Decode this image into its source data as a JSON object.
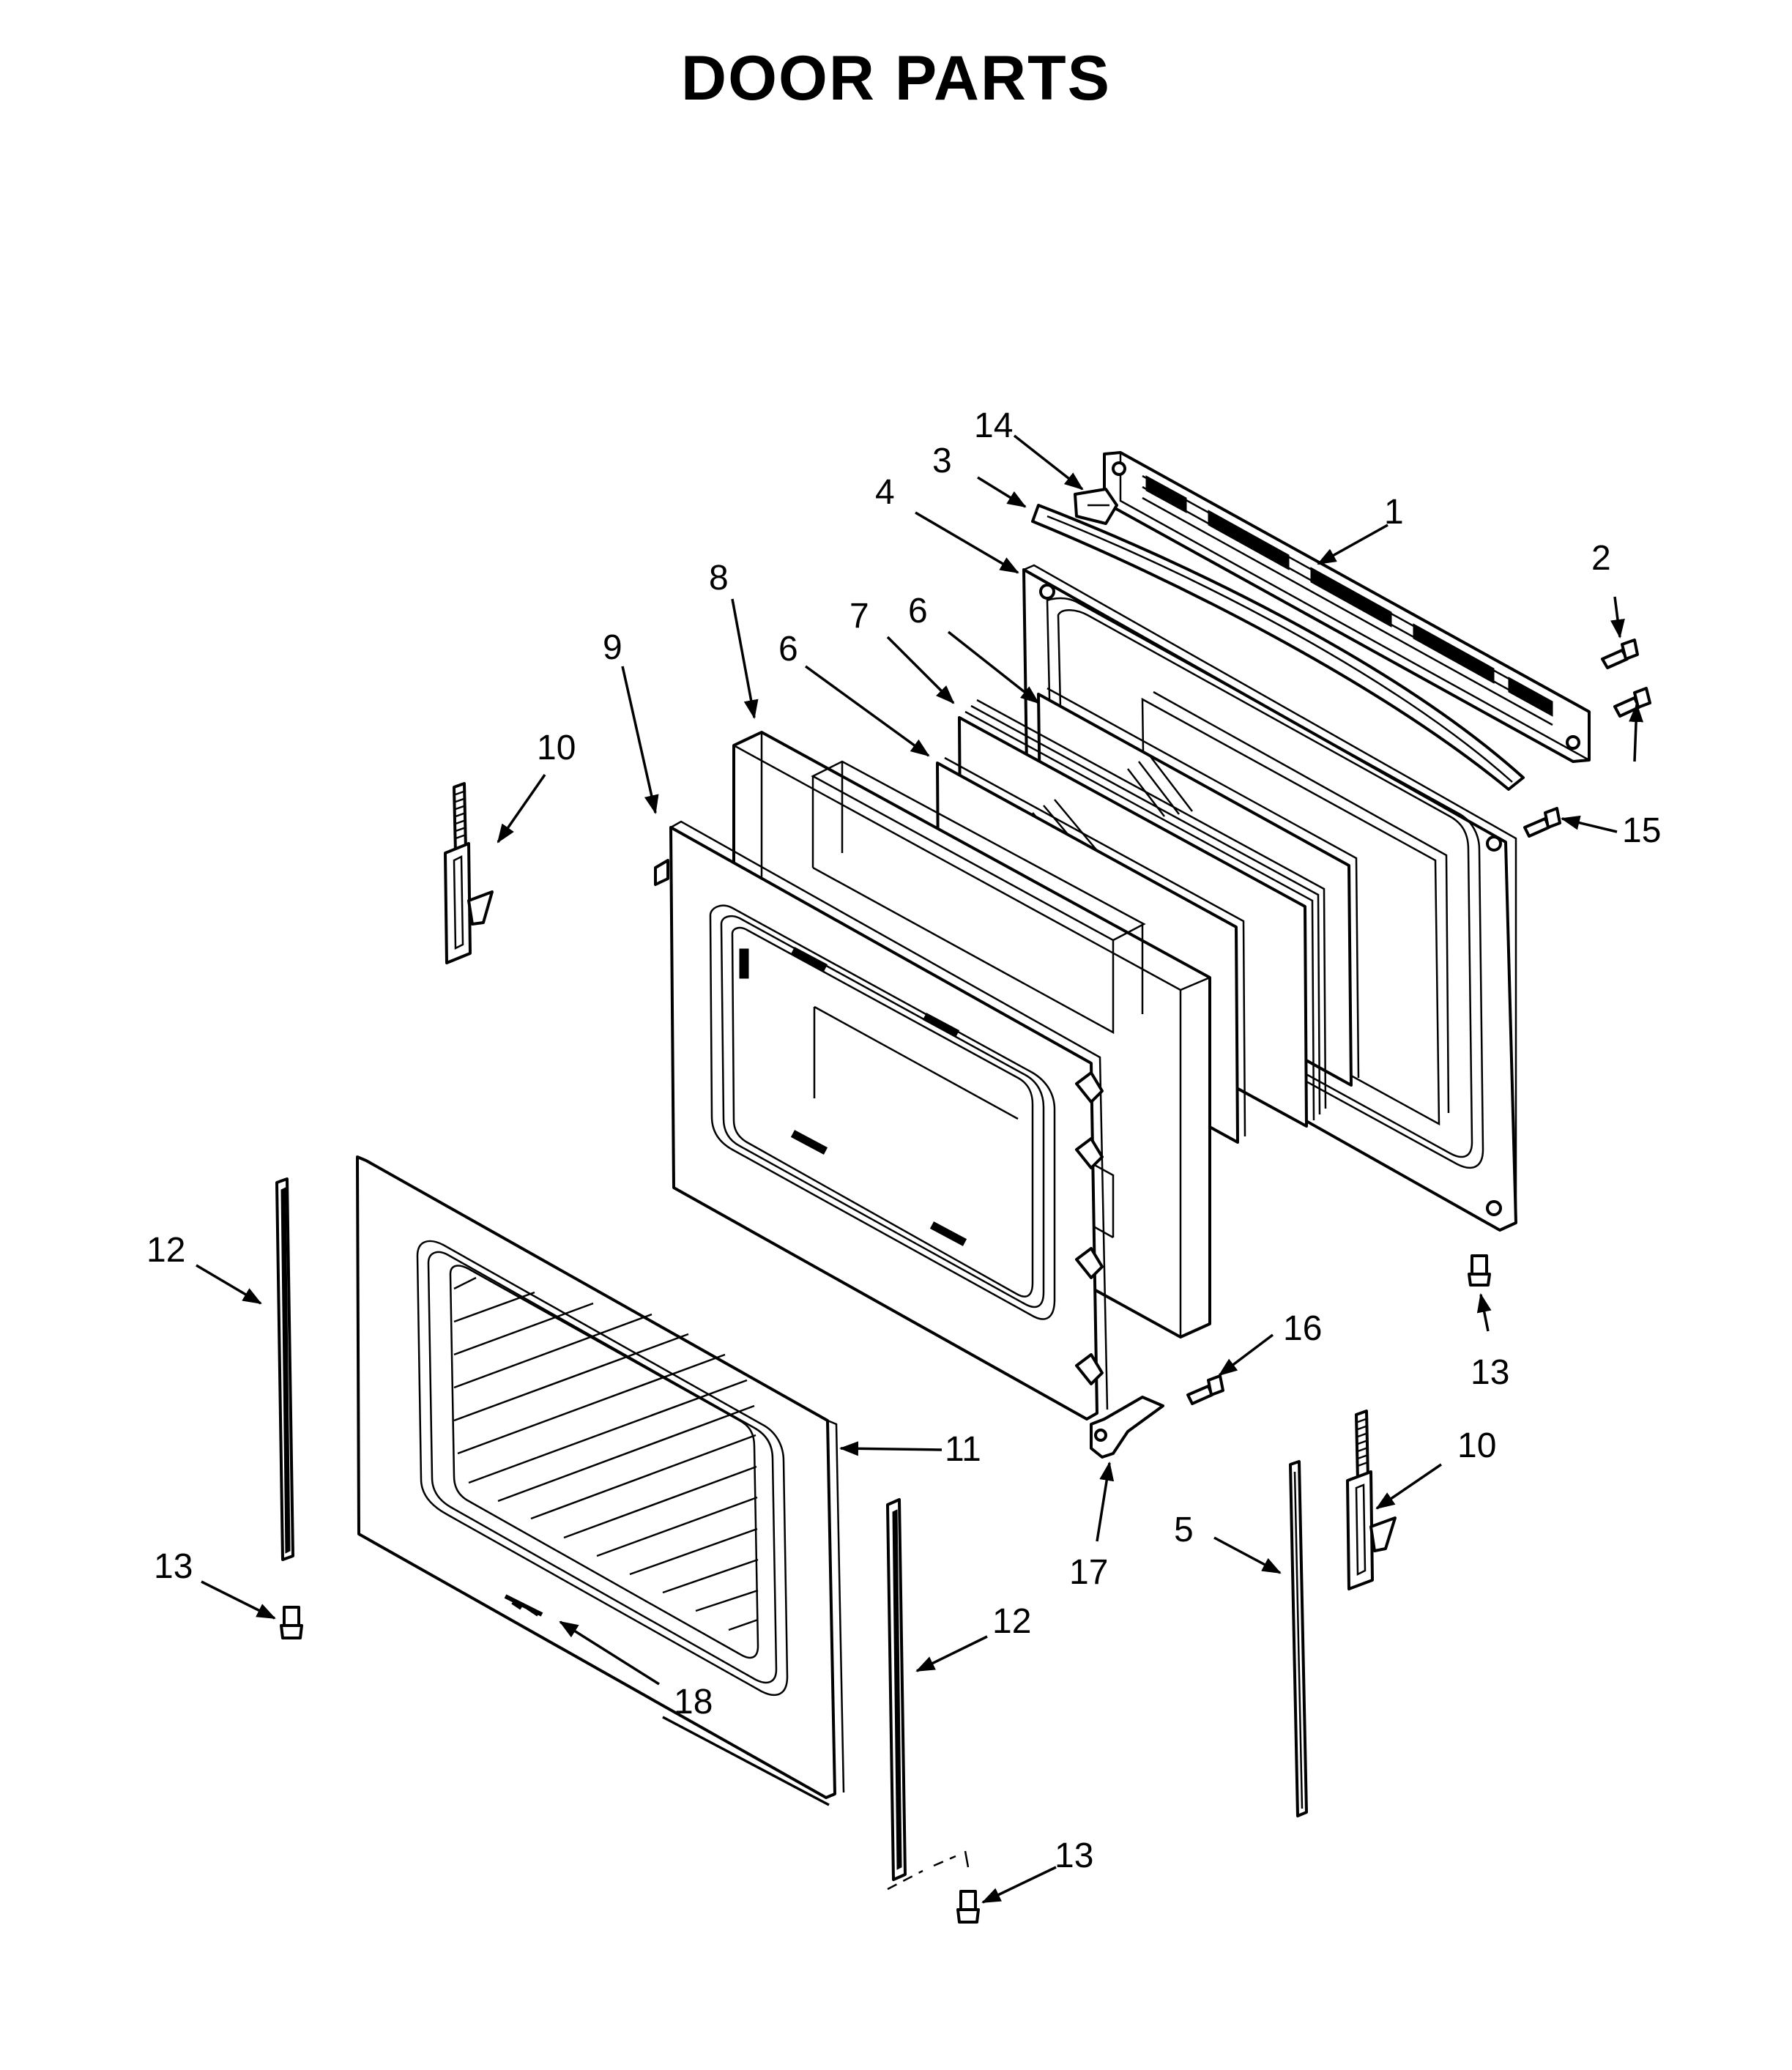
{
  "diagram": {
    "title": "DOOR PARTS",
    "callouts": [
      {
        "id": "c1",
        "label": "1"
      },
      {
        "id": "c2",
        "label": "2"
      },
      {
        "id": "c3",
        "label": "3"
      },
      {
        "id": "c4",
        "label": "4"
      },
      {
        "id": "c5",
        "label": "5"
      },
      {
        "id": "c6a",
        "label": "6"
      },
      {
        "id": "c6b",
        "label": "6"
      },
      {
        "id": "c7",
        "label": "7"
      },
      {
        "id": "c8",
        "label": "8"
      },
      {
        "id": "c9",
        "label": "9"
      },
      {
        "id": "c10a",
        "label": "10"
      },
      {
        "id": "c10b",
        "label": "10"
      },
      {
        "id": "c11",
        "label": "11"
      },
      {
        "id": "c12a",
        "label": "12"
      },
      {
        "id": "c12b",
        "label": "12"
      },
      {
        "id": "c13a",
        "label": "13"
      },
      {
        "id": "c13b",
        "label": "13"
      },
      {
        "id": "c13c",
        "label": "13"
      },
      {
        "id": "c14",
        "label": "14"
      },
      {
        "id": "c15",
        "label": "15"
      },
      {
        "id": "c16",
        "label": "16"
      },
      {
        "id": "c17",
        "label": "17"
      },
      {
        "id": "c18",
        "label": "18"
      }
    ]
  }
}
